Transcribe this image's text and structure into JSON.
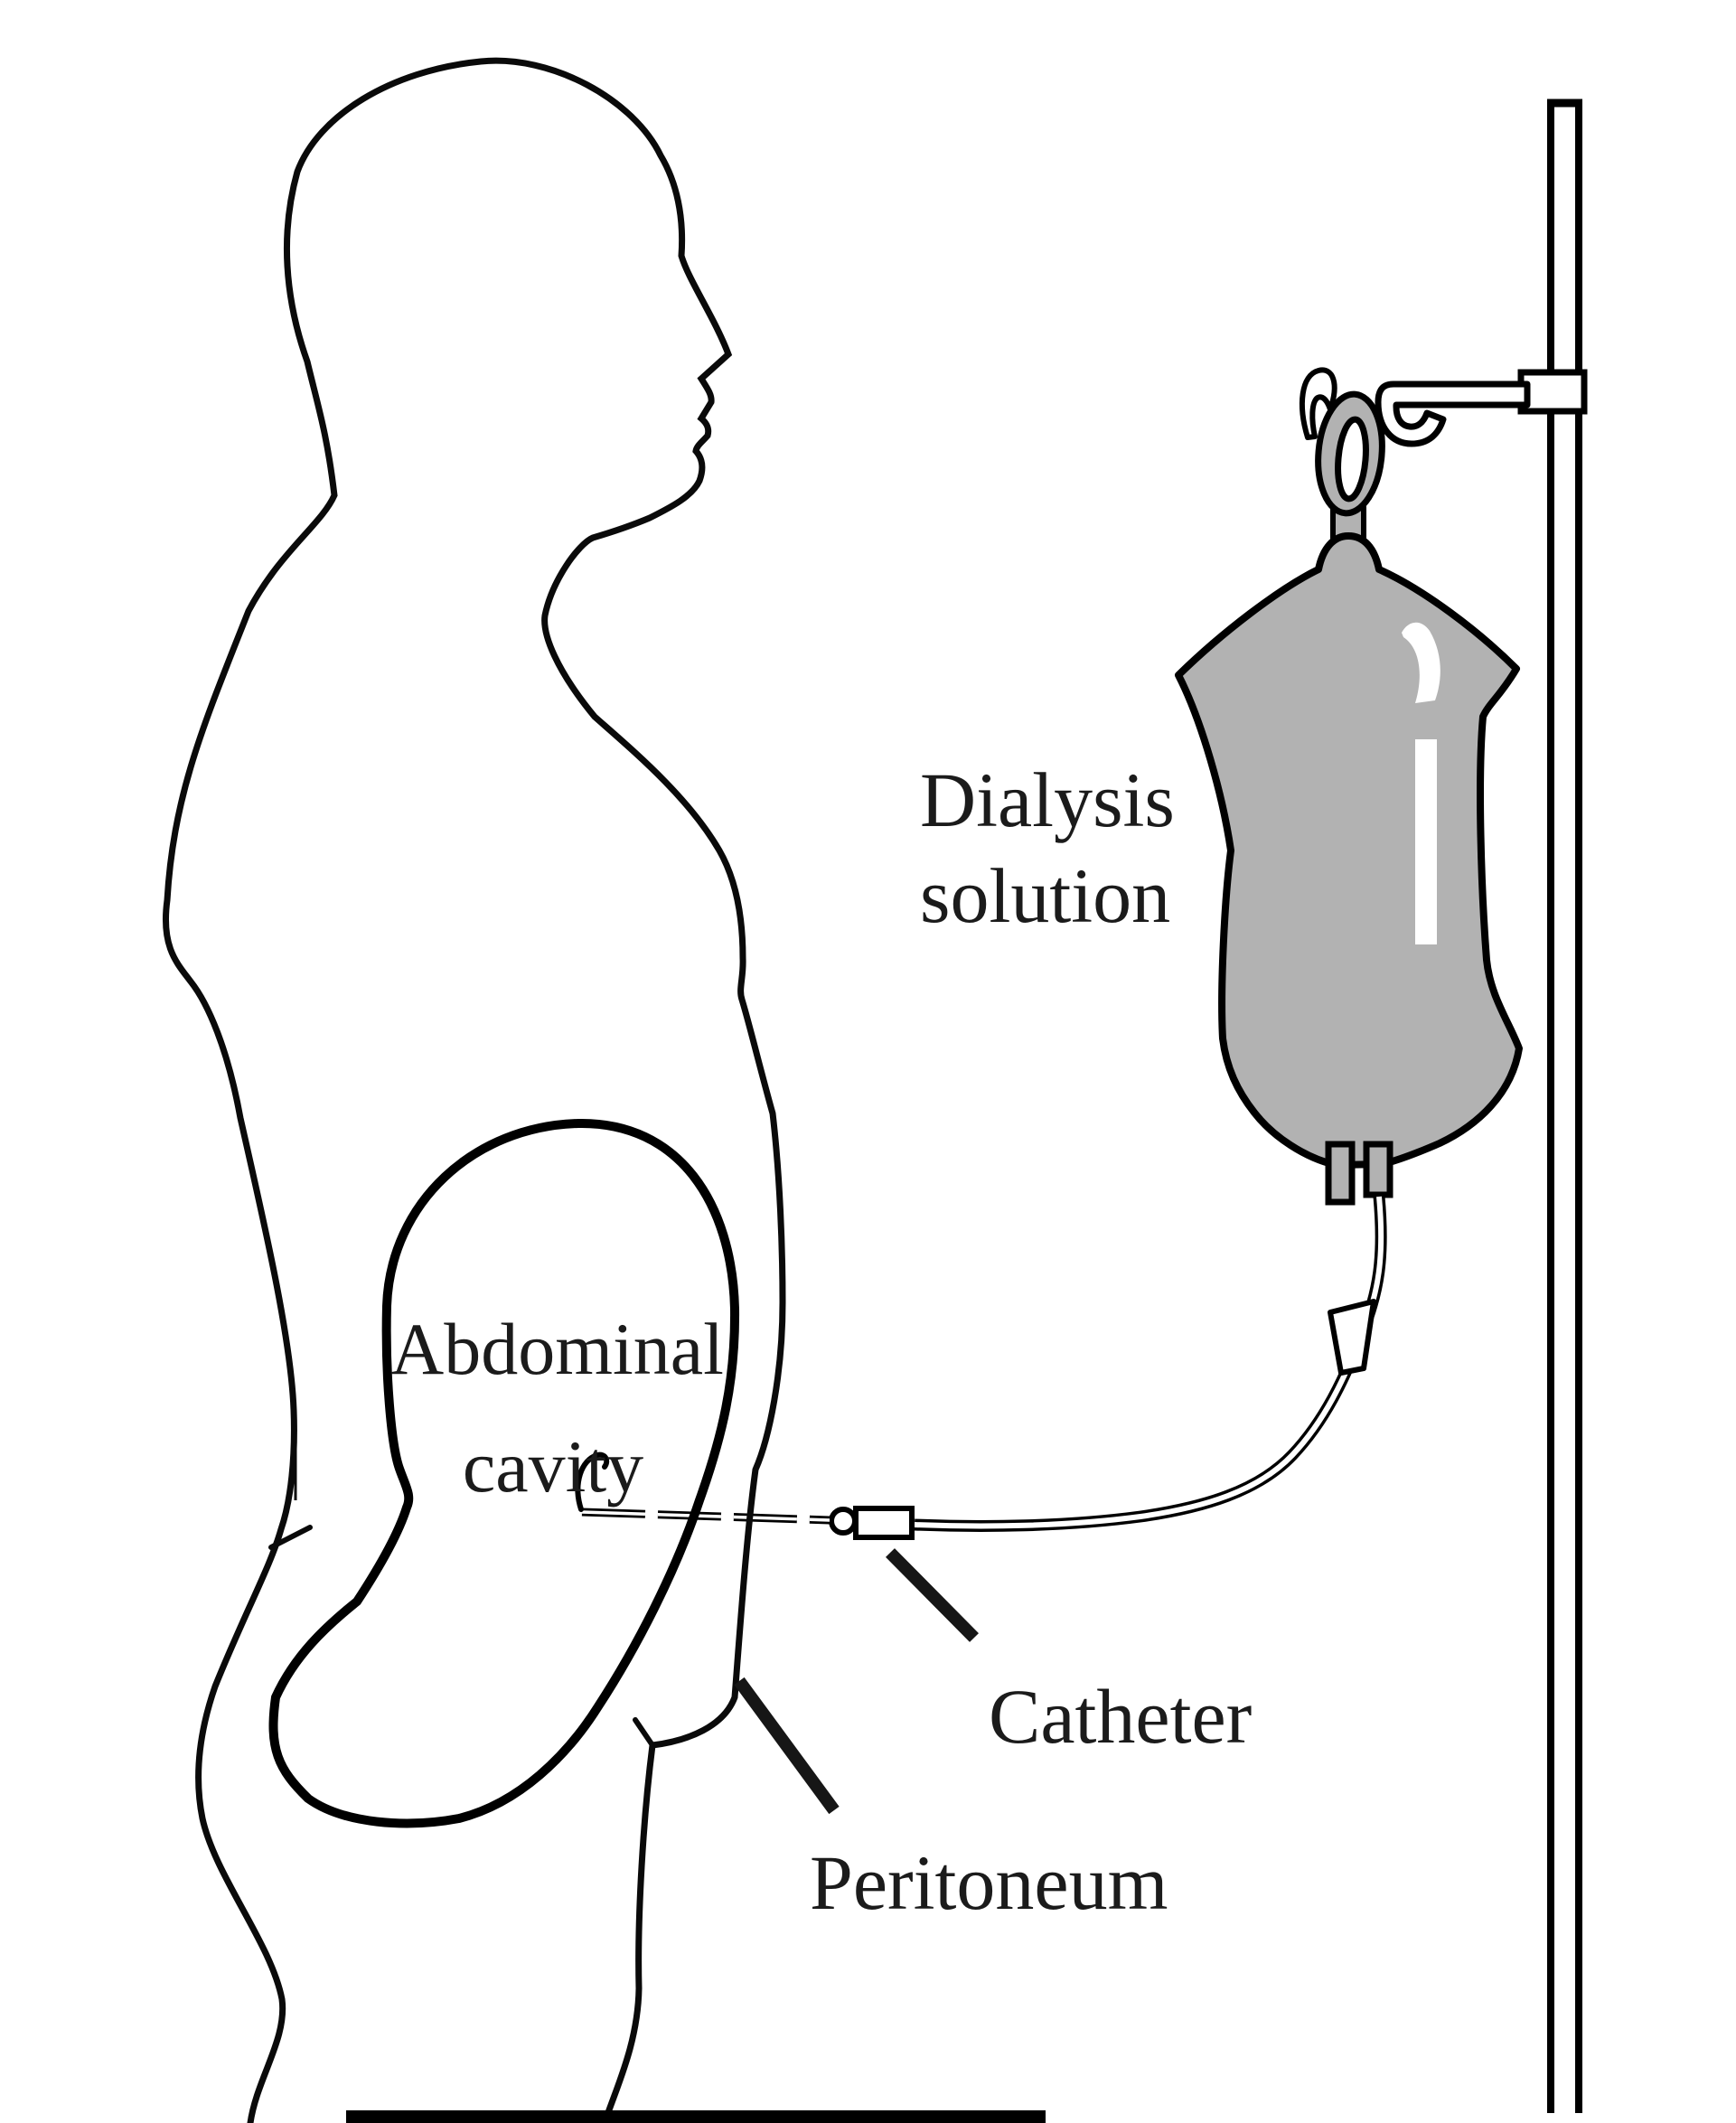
{
  "diagram": {
    "subject": "peritoneal-dialysis-diagram",
    "labels": {
      "dialysis_solution_line1": "Dialysis",
      "dialysis_solution_line2": "solution",
      "abdominal_cavity_line1": "Abdominal",
      "abdominal_cavity_line2": "cavity",
      "catheter": "Catheter",
      "peritoneum": "Peritoneum"
    },
    "colors": {
      "background": "#ffffff",
      "line": "#000000",
      "text": "#1b1b1b",
      "bag_fill": "#b2b2b2",
      "ring_fill": "#b2b2b2",
      "port_fill": "#b2b2b2",
      "highlight": "#ffffff",
      "hardware_fill": "#ffffff"
    },
    "parts": [
      "human-figure-profile",
      "abdominal-cavity-outline",
      "peritoneal-catheter",
      "catheter-connector",
      "transfer-tube",
      "tube-taper-connector",
      "dialysis-solution-bag",
      "bag-ports",
      "hanger-ring",
      "pole-hook-arm",
      "pole-clamp",
      "iv-pole"
    ]
  }
}
